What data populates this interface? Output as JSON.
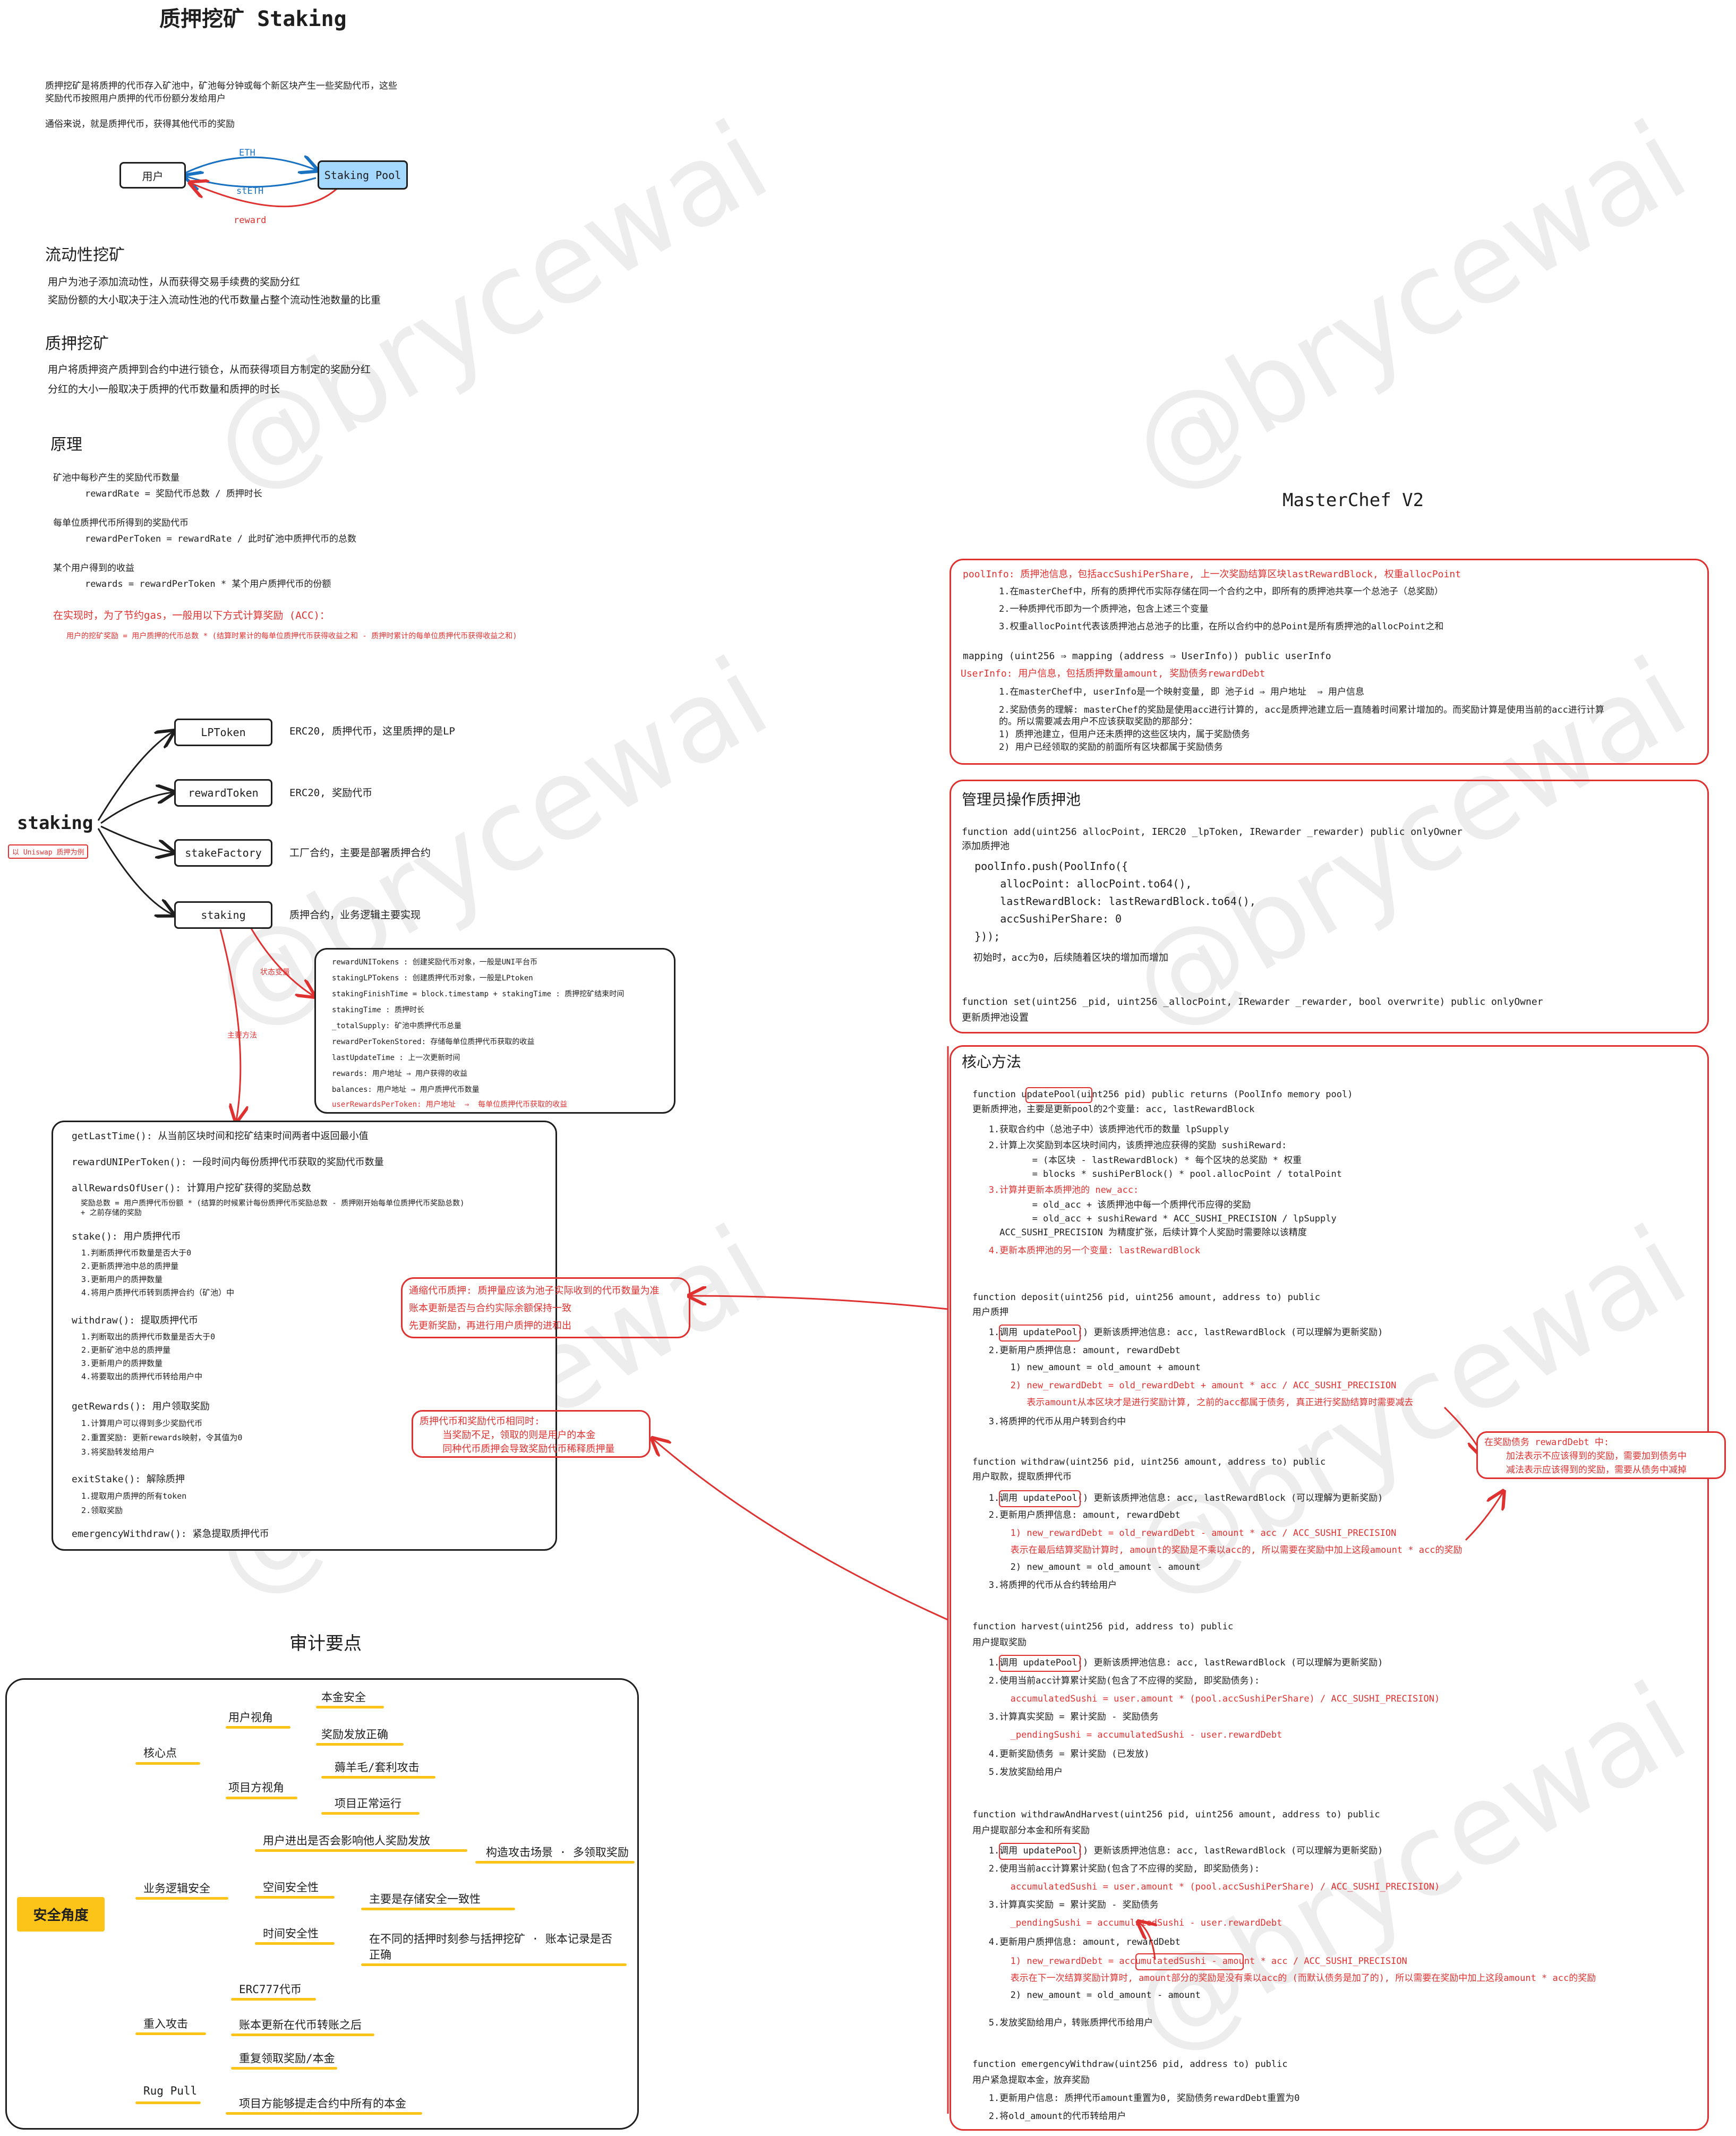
{
  "watermark": "@brycewai",
  "intro": {
    "title": "质押挖矿 Staking",
    "desc1": "质押挖矿是将质押的代币存入矿池中，矿池每分钟或每个新区块产生一些奖励代币，这些",
    "desc2": "奖励代币按照用户质押的代币份额分发给用户",
    "desc3": "通俗来说，就是质押代币，获得其他代币的奖励",
    "user_node": "用户",
    "pool_node": "Staking Pool",
    "eth_label": "ETH",
    "steth_label": "stETH",
    "reward_label": "reward",
    "liquidity_title": "流动性挖矿",
    "liquidity_1": "用户为池子添加流动性，从而获得交易手续费的奖励分红",
    "liquidity_2": "奖励份额的大小取决于注入流动性池的代币数量占整个流动性池数量的比重",
    "staking_title": "质押挖矿",
    "staking_1": "用户将质押资产质押到合约中进行锁仓，从而获得项目方制定的奖励分红",
    "staking_2": "分红的大小一般取决于质押的代币数量和质押的时长"
  },
  "principle": {
    "title": "原理",
    "l1": "矿池中每秒产生的奖励代币数量",
    "l2": "rewardRate = 奖励代币总数 / 质押时长",
    "l3": "每单位质押代币所得到的奖励代币",
    "l4": "rewardPerToken = rewardRate / 此时矿池中质押代币的总数",
    "l5": "某个用户得到的收益",
    "l6": "rewards = rewardPerToken * 某个用户质押代币的份额",
    "note": "在实现时，为了节约gas，一般用以下方式计算奖励 (ACC)：",
    "note2": "用户的挖矿奖励 = 用户质押的代币总数 * (结算时累计的每单位质押代币获得收益之和 - 质押时累计的每单位质押代币获得收益之和)"
  },
  "staking_tree": {
    "root": "staking",
    "root_tag": "以 Uniswap 质押为例",
    "nodes": [
      "LPToken",
      "rewardToken",
      "stakeFactory",
      "staking"
    ],
    "descs": [
      "ERC20, 质押代币，这里质押的是LP",
      "ERC20, 奖励代币",
      "工厂合约，主要是部署质押合约",
      "质押合约，业务逻辑主要实现"
    ],
    "state_label": "状态变量",
    "method_label": "主要方法",
    "state_vars": [
      "rewardUNITokens : 创建奖励代币对象，一般是UNI平台币",
      "stakingLPTokens : 创建质押代币对象，一般是LPtoken",
      "stakingFinishTime = block.timestamp + stakingTime : 质押挖矿结束时间",
      "stakingTime : 质押时长",
      "_totalSupply: 矿池中质押代币总量",
      "rewardPerTokenStored: 存储每单位质押代币获取的收益",
      "lastUpdateTime : 上一次更新时间",
      "rewards: 用户地址 ⇒ 用户获得的收益",
      "balances: 用户地址 ⇒ 用户质押代币数量"
    ],
    "state_var_red": "userRewardsPerToken: 用户地址  ⇒  每单位质押代币获取的收益",
    "methods": [
      "getLastTime(): 从当前区块时间和挖矿结束时间两者中返回最小值",
      "rewardUNIPerToken(): 一段时间内每份质押代币获取的奖励代币数量",
      "allRewardsOfUser(): 计算用户挖矿获得的奖励总数",
      "  奖励总数 = 用户质押代币份额 * (结算的时候累计每份质押代币奖励总数 - 质押刚开始每单位质押代币奖励总数)",
      "  + 之前存储的奖励",
      "stake(): 用户质押代币",
      "  1.判断质押代币数量是否大于0",
      "  2.更新质押池中总的质押量",
      "  3.更新用户的质押数量",
      "  4.将用户质押代币转到质押合约（矿池）中",
      "withdraw(): 提取质押代币",
      "  1.判断取出的质押代币数量是否大于0",
      "  2.更新矿池中总的质押量",
      "  3.更新用户的质押数量",
      "  4.将要取出的质押代币转给用户中",
      "getRewards(): 用户领取奖励",
      "  1.计算用户可以得到多少奖励代币",
      "  2.重置奖励: 更新rewards映射，令其值为0",
      "  3.将奖励转发给用户",
      "exitStake(): 解除质押",
      "  1.提取用户质押的所有token",
      "  2.领取奖励",
      "emergencyWithdraw(): 紧急提取质押代币"
    ],
    "callout1": [
      "通缩代币质押: 质押量应该为池子实际收到的代币数量为准",
      "账本更新是否与合约实际余额保持一致",
      "先更新奖励，再进行用户质押的进和出"
    ],
    "callout2": [
      "质押代币和奖励代币相同时:",
      "    当奖励不足，领取的则是用户的本金",
      "    同种代币质押会导致奖励代币稀释质押量"
    ]
  },
  "audit": {
    "title": "审计要点",
    "root": "安全角度",
    "core": "核心点",
    "user_view": "用户视角",
    "principal_safe": "本金安全",
    "reward_correct": "奖励发放正确",
    "project_view": "项目方视角",
    "wool": "薅羊毛/套利攻击",
    "normal_run": "项目正常运行",
    "biz": "业务逻辑安全",
    "enter_exit": "用户进出是否会影响他人奖励发放",
    "attack_scene": "构造攻击场景 · 多领取奖励",
    "space": "空间安全性",
    "storage": "主要是存储安全一致性",
    "time": "时间安全性",
    "time_desc1": "在不同的括押时刻参与括押挖矿 · 账本记录是否",
    "time_desc2": "正确",
    "reentry": "重入攻击",
    "erc777": "ERC777代币",
    "ledger": "账本更新在代币转账之后",
    "repeat": "重复领取奖励/本金",
    "rug": "Rug Pull",
    "rug_desc": "项目方能够提走合约中所有的本金"
  },
  "masterchef": {
    "title": "MasterChef V2",
    "poolinfo_head": "poolInfo: 质押池信息，包括accSushiPerShare, 上一次奖励结算区块lastRewardBlock, 权重allocPoint",
    "poolinfo_lines": [
      "1.在masterChef中，所有的质押代币实际存储在同一个合约之中，即所有的质押池共享一个总池子（总奖励）",
      "2.一种质押代币即为一个质押池，包含上述三个变量",
      "3.权重allocPoint代表该质押池占总池子的比重，在所以合约中的总Point是所有质押池的allocPoint之和"
    ],
    "mapping_line": "mapping (uint256 ⇒ mapping (address ⇒ UserInfo)) public userInfo",
    "userinfo_head": "UserInfo: 用户信息，包括质押数量amount, 奖励债务rewardDebt",
    "userinfo_lines": [
      "1.在masterChef中, userInfo是一个映射变量, 即 池子id ⇒ 用户地址  ⇒ 用户信息",
      "2.奖励债务的理解: masterChef的奖励是使用acc进行计算的, acc是质押池建立后一直随着时间累计增加的。而奖励计算是使用当前的acc进行计算",
      "的。所以需要减去用户不应该获取奖励的那部分：",
      "1) 质押池建立，但用户还未质押的这些区块内，属于奖励债务",
      "2) 用户已经领取的奖励的前面所有区块都属于奖励债务"
    ],
    "admin_title": "管理员操作质押池",
    "admin_lines": [
      "function add(uint256 allocPoint, IERC20 _lpToken, IRewarder _rewarder) public onlyOwner",
      "添加质押池",
      "  poolInfo.push(PoolInfo({",
      "      allocPoint: allocPoint.to64(),",
      "      lastRewardBlock: lastRewardBlock.to64(),",
      "      accSushiPerShare: 0",
      "  }));",
      "  初始时，acc为0，后续随着区块的增加而增加",
      "",
      "function set(uint256 _pid, uint256 _allocPoint, IRewarder _rewarder, bool overwrite) public onlyOwner",
      "更新质押池设置"
    ],
    "core_title": "核心方法",
    "update_lines": [
      "function updatePool(uint256 pid) public returns (PoolInfo memory pool)",
      "更新质押池，主要是更新pool的2个变量: acc, lastRewardBlock",
      "   1.获取合约中（总池子中）该质押池代币的数量 lpSupply",
      "   2.计算上次奖励到本区块时间内，该质押池应获得的奖励 sushiReward:",
      "           = (本区块 - lastRewardBlock) * 每个区块的总奖励 * 权重",
      "           = blocks * sushiPerBlock() * pool.allocPoint / totalPoint"
    ],
    "update_red1": "   3.计算并更新本质押池的 new_acc:",
    "update_lines2": [
      "           = old_acc + 该质押池中每一个质押代币应得的奖励",
      "           = old_acc + sushiReward * ACC_SUSHI_PRECISION / lpSupply",
      "     ACC_SUSHI_PRECISION 为精度扩张，后续计算个人奖励时需要除以该精度"
    ],
    "update_red2": "   4.更新本质押池的另一个变量: lastRewardBlock",
    "deposit_lines": [
      "function deposit(uint256 pid, uint256 amount, address to) public",
      "用户质押",
      "   1.调用 updatePool() 更新该质押池信息: acc, lastRewardBlock (可以理解为更新奖励)",
      "   2.更新用户质押信息: amount, rewardDebt",
      "       1) new_amount = old_amount + amount"
    ],
    "deposit_red": [
      "       2) new_rewardDebt = old_rewardDebt + amount * acc / ACC_SUSHI_PRECISION",
      "          表示amount从本区块才是进行奖励计算, 之前的acc都属于债务, 真正进行奖励结算时需要减去"
    ],
    "deposit_end": "   3.将质押的代币从用户转到合约中",
    "side_note": [
      "在奖励债务 rewardDebt 中:",
      "    加法表示不应该得到的奖励，需要加到债务中",
      "    减法表示应该得到的奖励，需要从债务中减掉"
    ],
    "withdraw_lines": [
      "function withdraw(uint256 pid, uint256 amount, address to) public",
      "用户取款，提取质押代币",
      "   1.调用 updatePool() 更新该质押池信息: acc, lastRewardBlock (可以理解为更新奖励)",
      "   2.更新用户质押信息: amount, rewardDebt"
    ],
    "withdraw_red": [
      "       1) new_rewardDebt = old_rewardDebt - amount * acc / ACC_SUSHI_PRECISION",
      "       表示在最后结算奖励计算时, amount的奖励是不乘以acc的, 所以需要在奖励中加上这段amount * acc的奖励"
    ],
    "withdraw_end": [
      "       2) new_amount = old_amount - amount",
      "   3.将质押的代币从合约转给用户"
    ],
    "harvest_lines": [
      "function harvest(uint256 pid, address to) public",
      "用户提取奖励",
      "   1.调用 updatePool() 更新该质押池信息: acc, lastRewardBlock (可以理解为更新奖励)",
      "   2.使用当前acc计算累计奖励(包含了不应得的奖励, 即奖励债务):"
    ],
    "harvest_red1": "       accumulatedSushi = user.amount * (pool.accSushiPerShare) / ACC_SUSHI_PRECISION)",
    "harvest_mid": "   3.计算真实奖励 = 累计奖励 - 奖励债务",
    "harvest_red2": "       _pendingSushi = accumulatedSushi - user.rewardDebt",
    "harvest_end": [
      "   4.更新奖励债务 = 累计奖励 (已发放)",
      "   5.发放奖励给用户"
    ],
    "wh_lines": [
      "function withdrawAndHarvest(uint256 pid, uint256 amount, address to) public",
      "用户提取部分本金和所有奖励",
      "   1.调用 updatePool() 更新该质押池信息: acc, lastRewardBlock (可以理解为更新奖励)",
      "   2.使用当前acc计算累计奖励(包含了不应得的奖励, 即奖励债务):"
    ],
    "wh_red1": "       accumulatedSushi = user.amount * (pool.accSushiPerShare) / ACC_SUSHI_PRECISION)",
    "wh_mid": "   3.计算真实奖励 = 累计奖励 - 奖励债务",
    "wh_red2": "       _pendingSushi = accumulatedSushi - user.rewardDebt",
    "wh_mid2": "   4.更新用户质押信息: amount, rewardDebt",
    "wh_red3": [
      "       1) new_rewardDebt = accumulatedSushi - amount * acc / ACC_SUSHI_PRECISION",
      "       表示在下一次结算奖励计算时, amount部分的奖励是没有乘以acc的 (而默认债务是加了的), 所以需要在奖励中加上这段amount * acc的奖励"
    ],
    "wh_end": [
      "       2) new_amount = old_amount - amount",
      "",
      "   5.发放奖励给用户，转账质押代币给用户"
    ],
    "emergency_lines": [
      "function emergencyWithdraw(uint256 pid, address to) public",
      "用户紧急提取本金，放弃奖励",
      "   1.更新用户信息: 质押代币amount重置为0, 奖励债务rewardDebt重置为0",
      "   2.将old_amount的代币转给用户"
    ]
  }
}
